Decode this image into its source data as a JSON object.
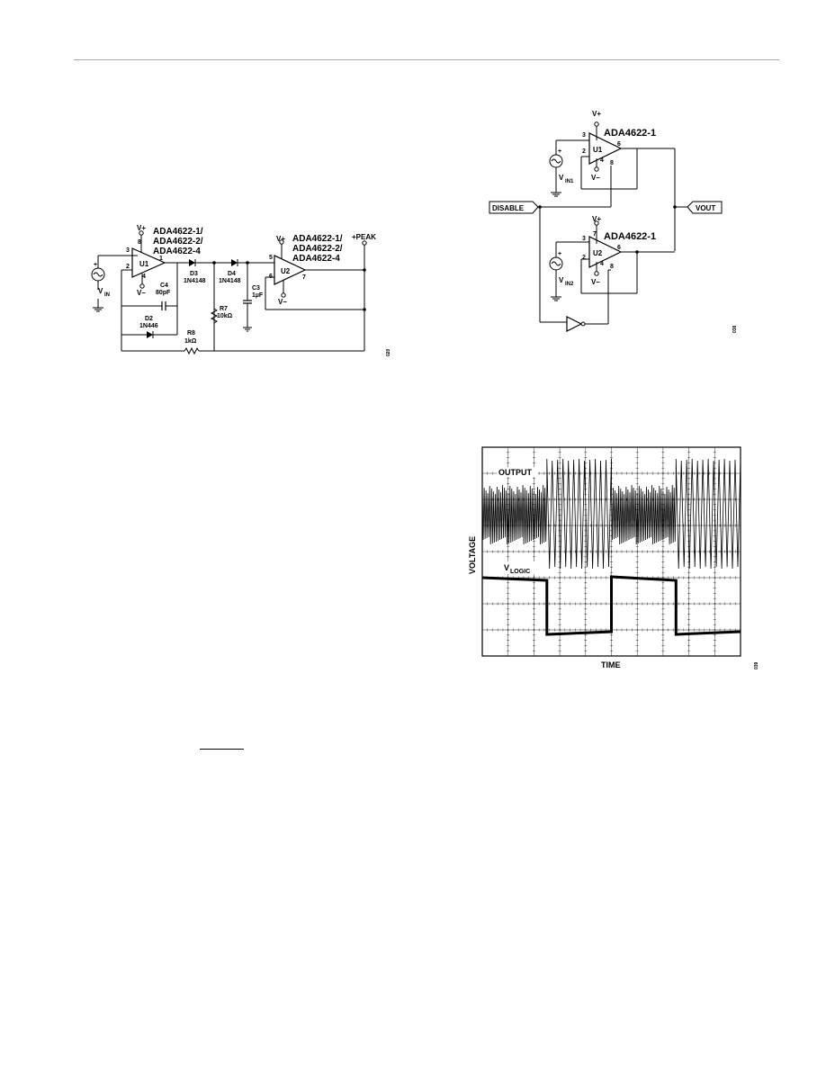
{
  "fig_left": {
    "opamp1_part": [
      "ADA4622-1/",
      "ADA4622-2/",
      "ADA4622-4"
    ],
    "opamp2_part": [
      "ADA4622-1/",
      "ADA4622-2/",
      "ADA4622-4"
    ],
    "u1": "U1",
    "u2": "U2",
    "vplus": "V+",
    "vminus": "V–",
    "vin_main": "V",
    "vin_sub": "IN",
    "peak": "+PEAK",
    "pin3": "3",
    "pin2": "2",
    "pin8": "8",
    "pin4": "4",
    "pin1": "1",
    "pin5": "5",
    "pin6": "6",
    "pin7": "7",
    "d3_name": "D3",
    "d3_part": "1N4148",
    "d4_name": "D4",
    "d4_part": "1N4148",
    "c4_name": "C4",
    "c4_value": "80pF",
    "d2_name": "D2",
    "d2_part": "1N446",
    "r7_name": "R7",
    "r7_value": "10kΩ",
    "c3_name": "C3",
    "c3_value": "1µF",
    "r8_name": "R8",
    "r8_value": "1kΩ",
    "fig_id": "020"
  },
  "fig_right_top": {
    "u1_part": "ADA4622-1",
    "u2_part": "ADA4622-1",
    "u1": "U1",
    "u2": "U2",
    "vplus": "V+",
    "vminus": "V–",
    "vin1_main": "V",
    "vin1_sub": "IN1",
    "vin2_main": "V",
    "vin2_sub": "IN2",
    "disable": "DISABLE",
    "vout": "VOUT",
    "pin3": "3",
    "pin2": "2",
    "pin7": "7",
    "pin4": "4",
    "pin6": "6",
    "pin8": "8",
    "fig_id": "038"
  },
  "fig_scope": {
    "output_label": "OUTPUT",
    "vlogic_main": "V",
    "vlogic_sub": "LOGIC",
    "xlabel": "TIME",
    "ylabel": "VOLTAGE",
    "fig_id": "039",
    "grid": true,
    "divisions": {
      "x": 10,
      "y": 8
    }
  }
}
